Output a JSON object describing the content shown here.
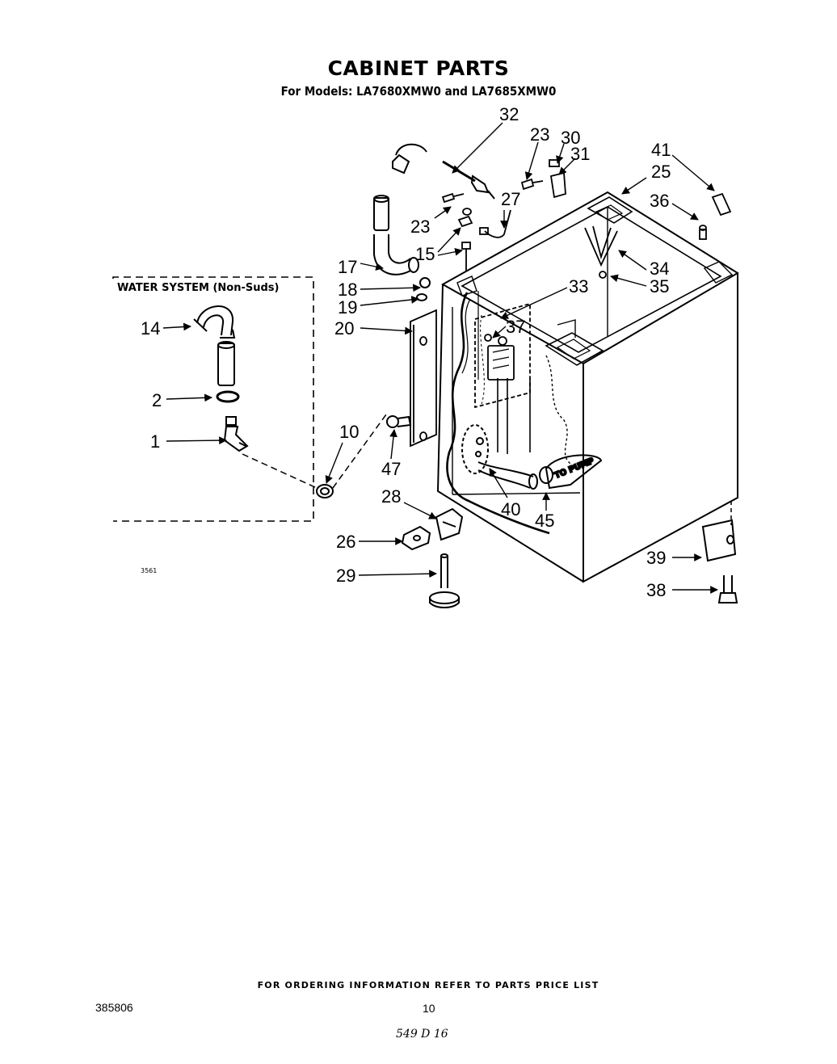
{
  "header": {
    "title": "CABINET PARTS",
    "subtitle": "For Models: LA7680XMW0  and LA7685XMW0"
  },
  "inset": {
    "title": "WATER SYSTEM (Non-Suds)"
  },
  "diagram": {
    "figure_id": "3561",
    "pump_label": "TO PUMP",
    "callouts": {
      "c14": "14",
      "c2": "2",
      "c1": "1",
      "c10": "10",
      "c32": "32",
      "c23a": "23",
      "c30": "30",
      "c31": "31",
      "c41": "41",
      "c25": "25",
      "c27": "27",
      "c23b": "23",
      "c36": "36",
      "c15": "15",
      "c17": "17",
      "c34": "34",
      "c18": "18",
      "c33": "33",
      "c35": "35",
      "c19": "19",
      "c37": "37",
      "c20": "20",
      "c47": "47",
      "c28": "28",
      "c40": "40",
      "c45": "45",
      "c26": "26",
      "c39": "39",
      "c29": "29",
      "c38": "38"
    }
  },
  "footer": {
    "ordering_note": "FOR ORDERING INFORMATION REFER TO PARTS PRICE LIST",
    "doc_number": "385806",
    "page_number": "10",
    "handwritten_note": "549 D 16"
  }
}
